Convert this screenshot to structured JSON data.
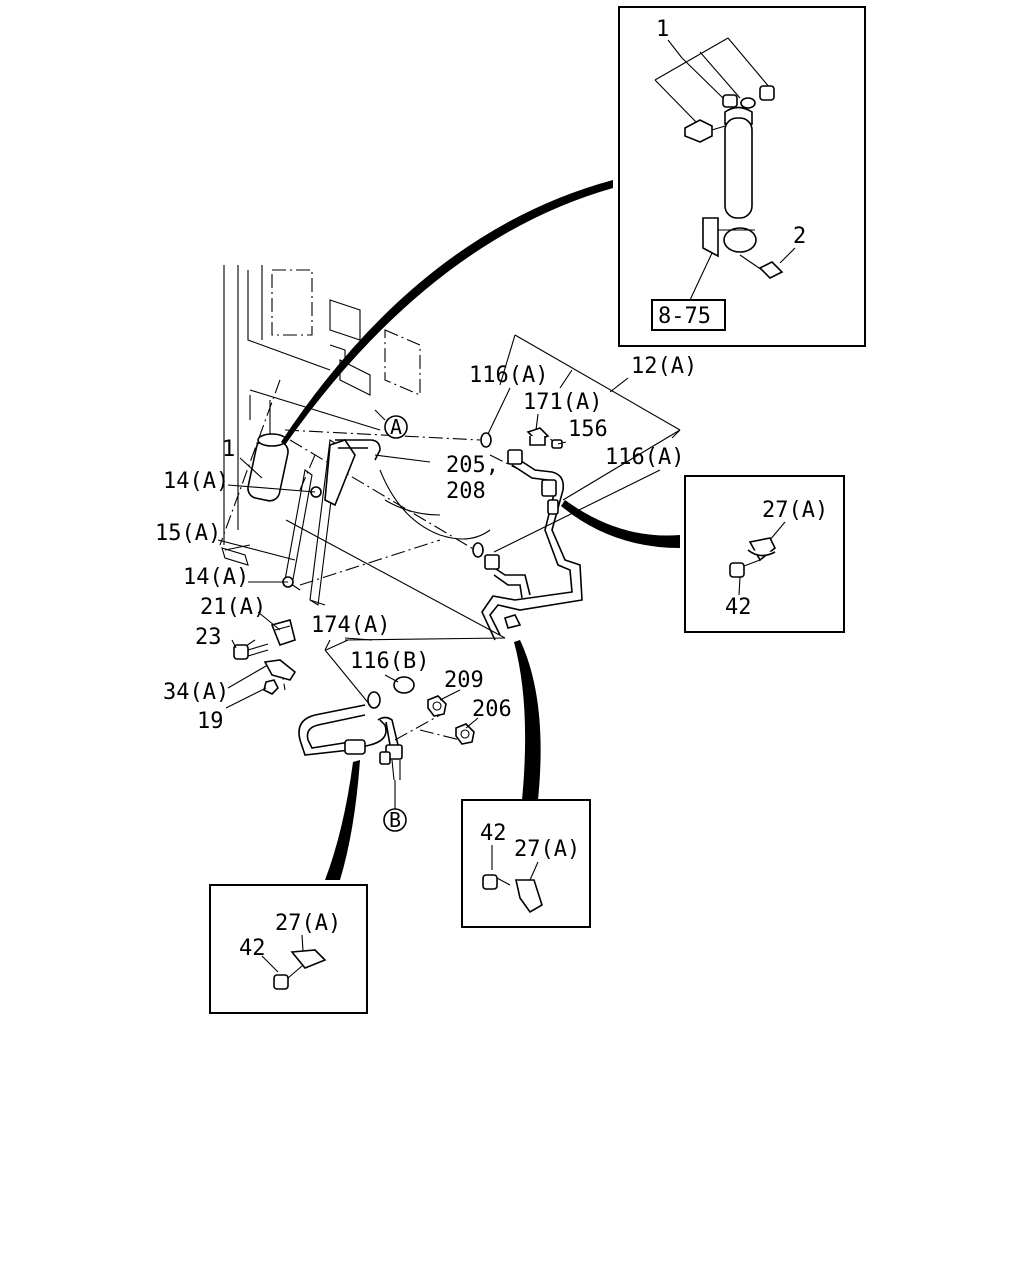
{
  "callouts": {
    "inset_receiver_part": "1",
    "inset_receiver_bolt": "2",
    "inset_ref_box": "8-75",
    "receiver_drier": "1",
    "clip_upper": "14(A)",
    "bracket": "15(A)",
    "clip_lower": "14(A)",
    "plate": "21(A)",
    "bolt_23": "23",
    "clip_34": "34(A)",
    "nut_19": "19",
    "oring_upper": "116(A)",
    "hose_assembly": "12(A)",
    "fitting_171": "171(A)",
    "screw_156": "156",
    "oring_mid": "116(A)",
    "pipe_205": "205,",
    "pipe_208": "208",
    "pipe_174": "174(A)",
    "oring_b": "116(B)",
    "nut_209": "209",
    "nut_206": "206",
    "connector_a": "A",
    "connector_b": "B"
  },
  "insets": {
    "right": {
      "clip": "27(A)",
      "bolt": "42"
    },
    "center": {
      "clip": "27(A)",
      "bolt": "42"
    },
    "left": {
      "clip": "27(A)",
      "bolt": "42"
    }
  }
}
